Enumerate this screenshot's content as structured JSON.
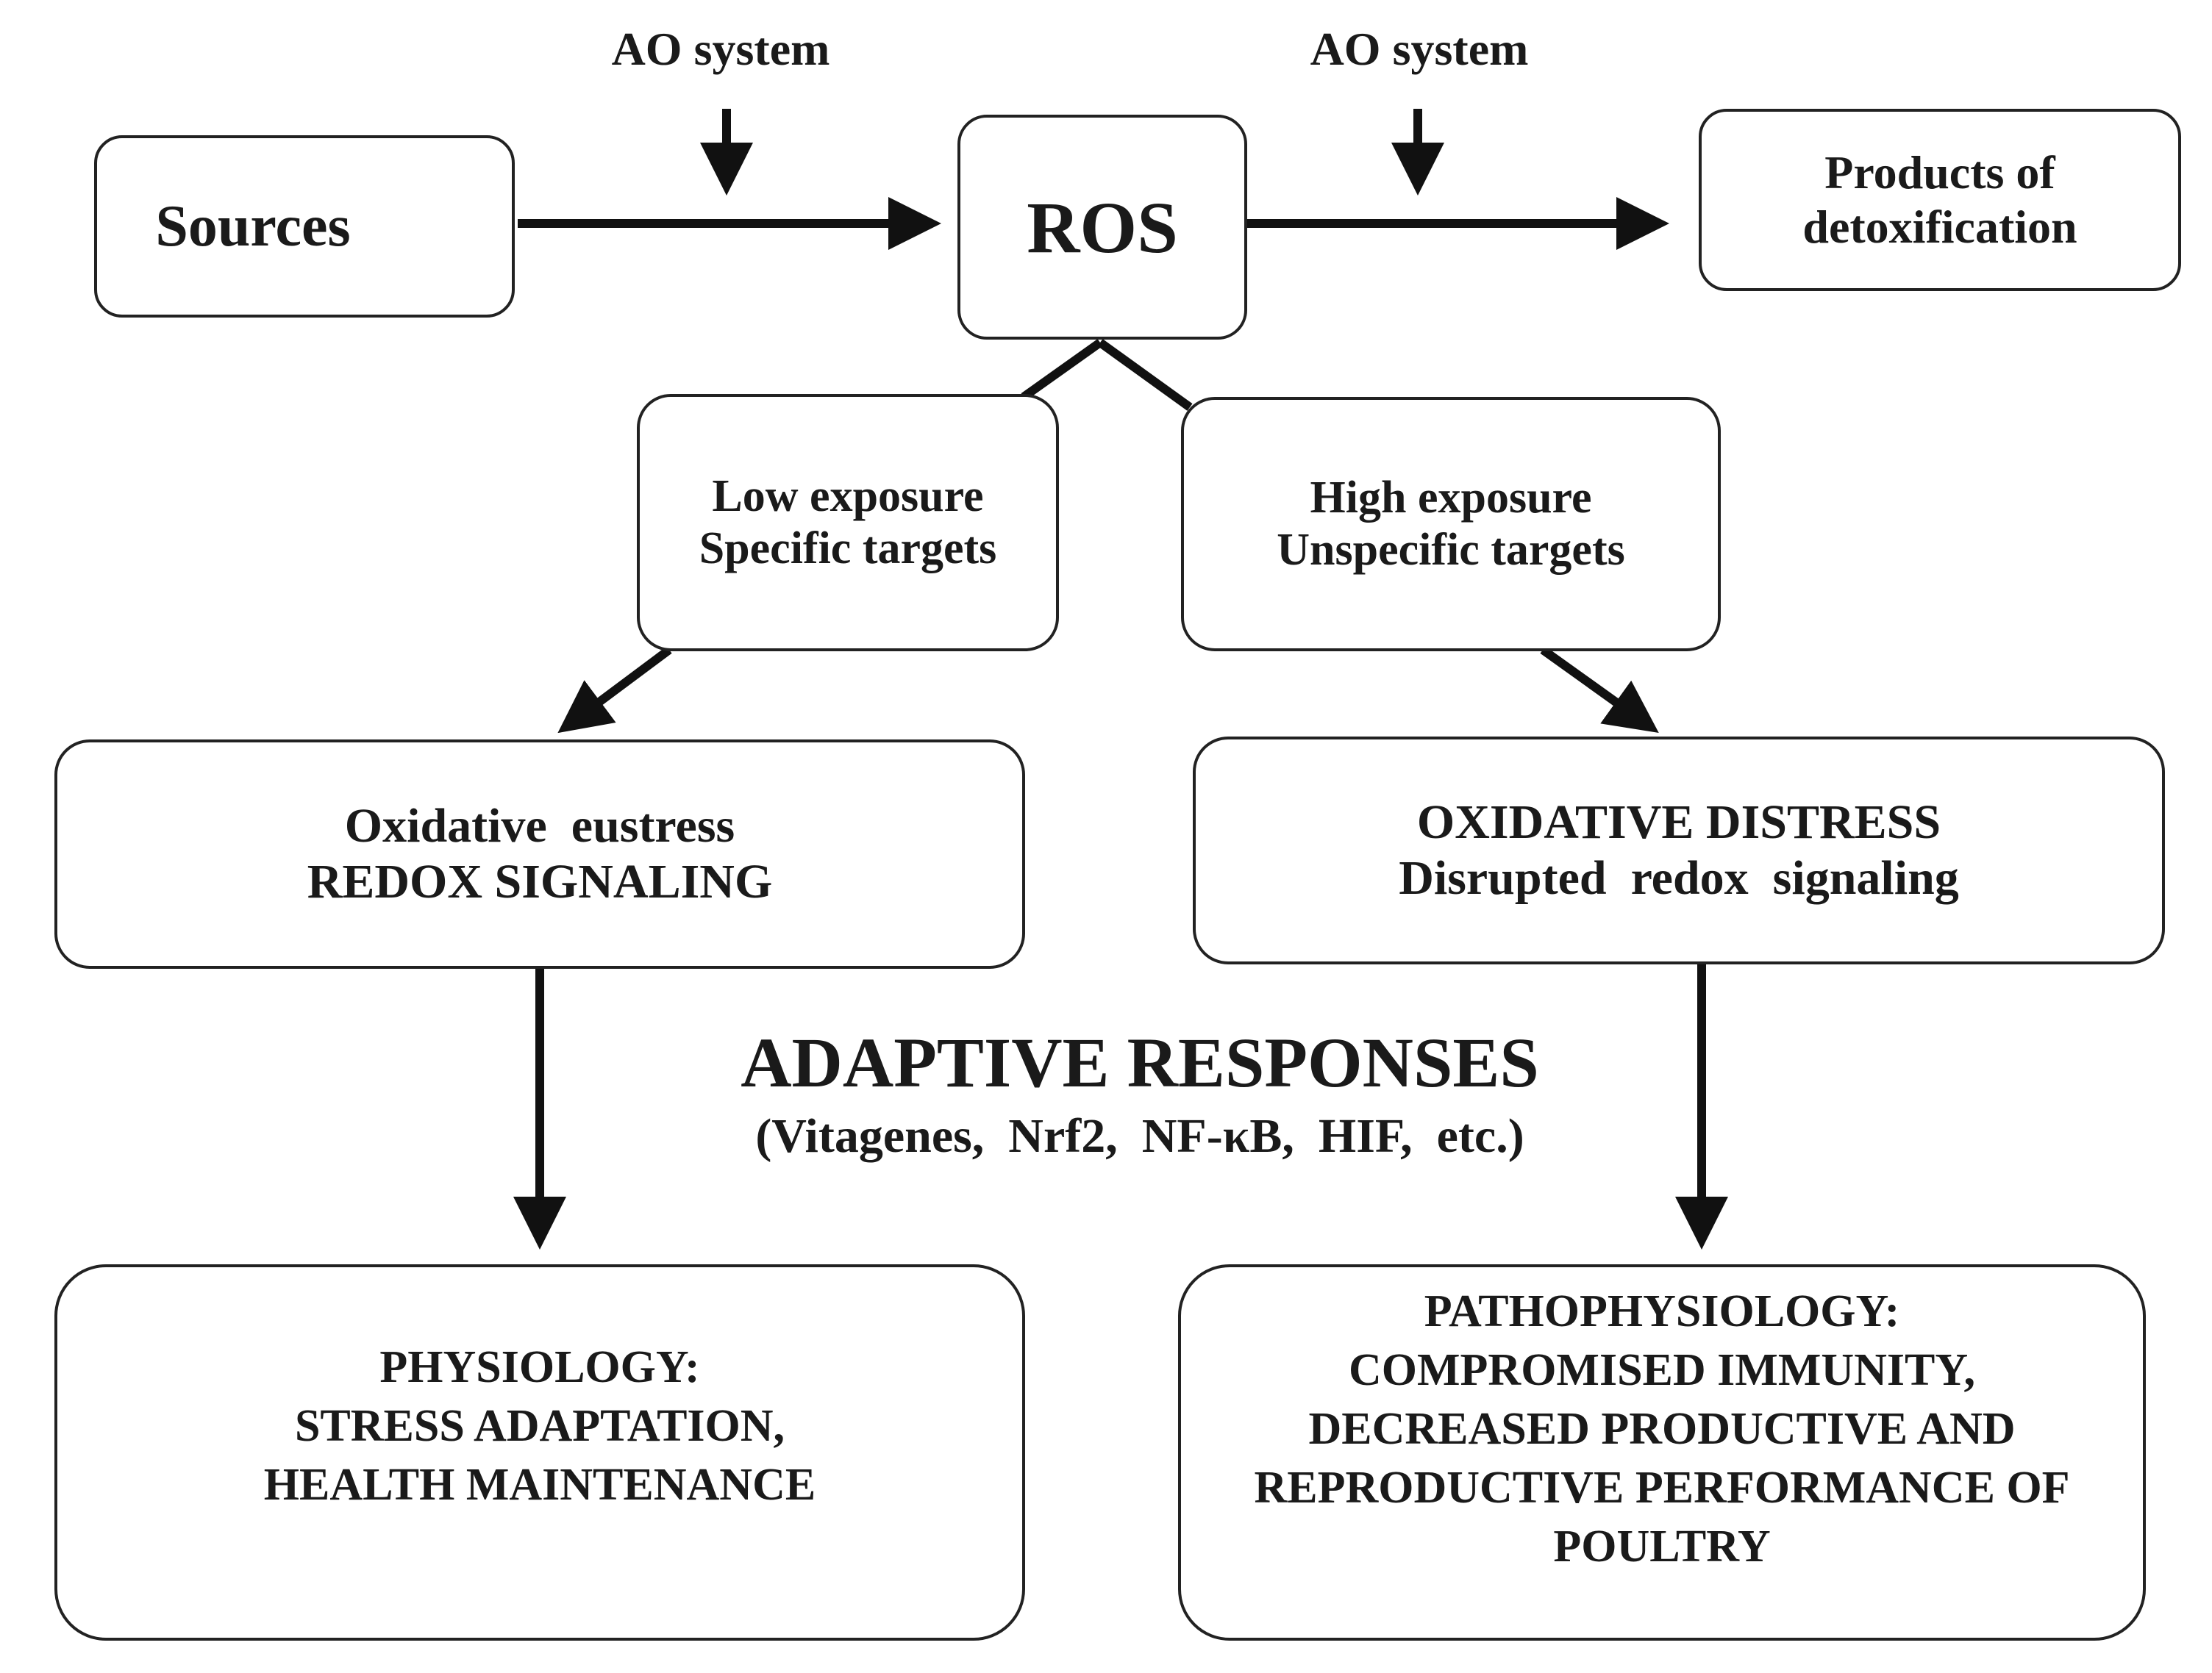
{
  "ao_left": "AO system",
  "ao_right": "AO system",
  "sources": "Sources",
  "ros": "ROS",
  "products": [
    "Products of",
    "detoxification"
  ],
  "low_exposure": [
    "Low exposure",
    "Specific targets"
  ],
  "high_exposure": [
    "High exposure",
    "Unspecific targets"
  ],
  "eustress": [
    "Oxidative  eustress",
    "REDOX SIGNALING"
  ],
  "distress": [
    "OXIDATIVE DISTRESS",
    "Disrupted  redox  signaling"
  ],
  "adaptive_title": "ADAPTIVE RESPONSES",
  "adaptive_sub": "(Vitagenes,  Nrf2,  NF-κB,  HIF,  etc.)",
  "physiology": [
    "PHYSIOLOGY:",
    "STRESS ADAPTATION,",
    "HEALTH MAINTENANCE"
  ],
  "pathophysiology": [
    "PATHOPHYSIOLOGY:",
    "COMPROMISED IMMUNITY,",
    "DECREASED PRODUCTIVE AND",
    "REPRODUCTIVE PERFORMANCE OF",
    "POULTRY"
  ]
}
